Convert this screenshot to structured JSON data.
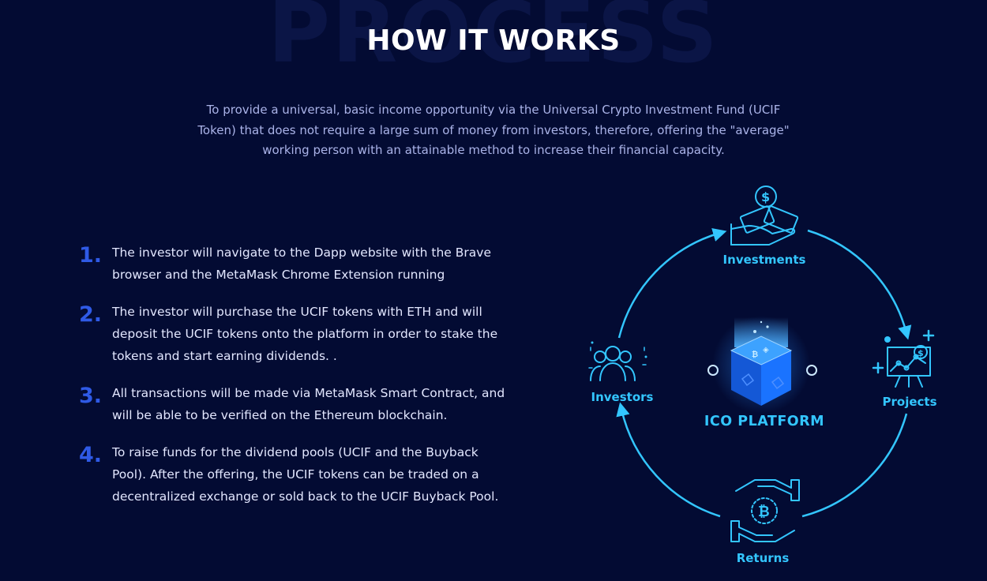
{
  "section": {
    "watermark": "PROCESS",
    "title": "HOW IT WORKS",
    "intro": "To provide a universal, basic income opportunity via the Universal Crypto Investment Fund (UCIF Token) that does not require a large sum of money from investors, therefore, offering the \"average\" working person with an attainable method to increase their financial capacity."
  },
  "steps": [
    {
      "number": "1.",
      "text": "The investor will navigate to the Dapp website with the Brave browser and the MetaMask Chrome Extension running"
    },
    {
      "number": "2.",
      "text": "The investor will purchase the UCIF tokens with ETH and will deposit the UCIF tokens onto the platform in order to stake the tokens and start earning dividends. ."
    },
    {
      "number": "3.",
      "text": "All transactions will be made via MetaMask Smart Contract, and will be able to be verified on the Ethereum blockchain."
    },
    {
      "number": "4.",
      "text": "To raise funds for the dividend pools (UCIF and the Buyback Pool). After the offering, the UCIF tokens can be traded on a decentralized exchange or sold back to the UCIF Buyback Pool."
    }
  ],
  "diagram": {
    "center_label": "ICO PLATFORM",
    "nodes": {
      "investments": {
        "label": "Investments",
        "icon": "money-hand-icon"
      },
      "projects": {
        "label": "Projects",
        "icon": "presentation-board-icon"
      },
      "returns": {
        "label": "Returns",
        "icon": "bitcoin-exchange-hands-icon"
      },
      "investors": {
        "label": "Investors",
        "icon": "people-group-icon"
      }
    },
    "colors": {
      "accent": "#33c6ff",
      "cube_blue": "#1a73ff",
      "step_number": "#2f5ae6",
      "background": "#030b33"
    }
  }
}
